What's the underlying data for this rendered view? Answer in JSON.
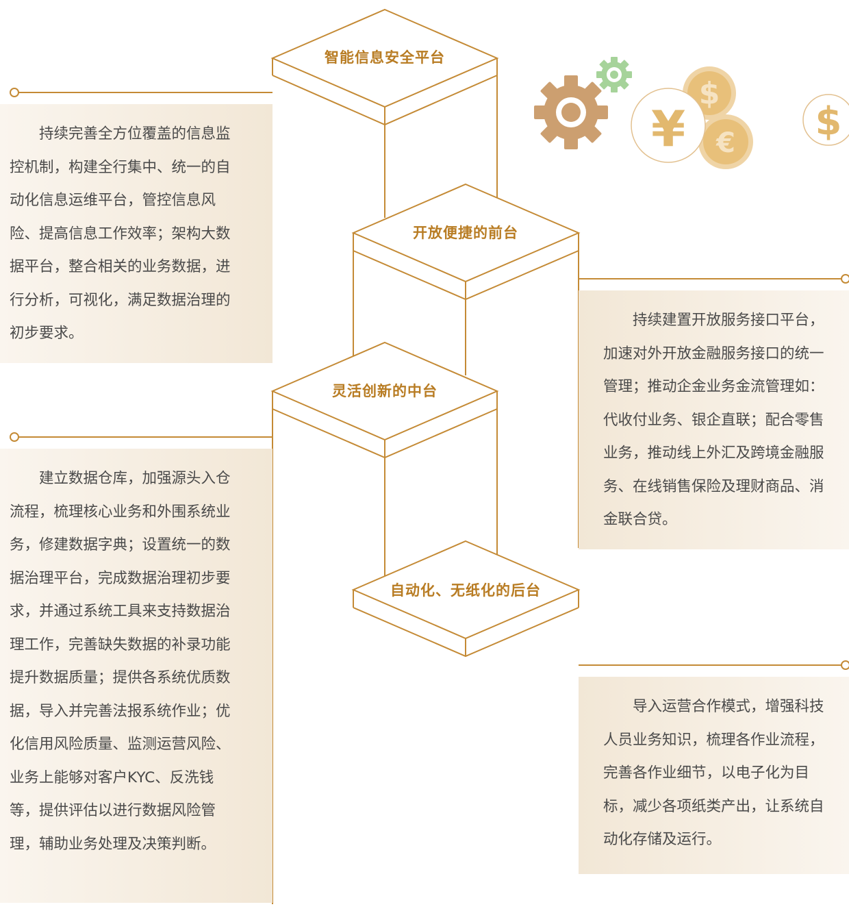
{
  "pillars": [
    {
      "title": "智能信息安全平台"
    },
    {
      "title": "开放便捷的前台"
    },
    {
      "title": "灵活创新的中台"
    },
    {
      "title": "自动化、无纸化的后台"
    }
  ],
  "descriptions": [
    {
      "text": "持续完善全方位覆盖的信息监控机制，构建全行集中、统一的自动化信息运维平台，管控信息风险、提高信息工作效率；架构大数据平台，整合相关的业务数据，进行分析，可视化，满足数据治理的初步要求。"
    },
    {
      "text": "持续建置开放服务接口平台，加速对外开放金融服务接口的统一管理；推动企金业务金流管理如：代收付业务、银企直联；配合零售业务，推动线上外汇及跨境金融服务、在线销售保险及理财商品、消金联合贷。"
    },
    {
      "text": "建立数据仓库，加强源头入仓流程，梳理核心业务和外围系统业务，修建数据字典；设置统一的数据治理平台，完成数据治理初步要求，并通过系统工具来支持数据治理工作，完善缺失数据的补录功能提升数据质量；提供各系统优质数据，导入并完善法报系统作业；优化信用风险质量、监测运营风险、业务上能够对客户KYC、反洗钱等，提供评估以进行数据风险管理，辅助业务处理及决策判断。"
    },
    {
      "text": "导入运营合作模式，增强科技人员业务知识，梳理各作业流程， 完善各作业细节，以电子化为目标，减少各项纸类产出，让系统自动化存储及运行。"
    }
  ],
  "icons": {
    "yen": "¥",
    "dollar": "$",
    "euro": "€"
  },
  "colors": {
    "accent": "#b87c23",
    "line": "#c48a35",
    "text": "#4a4a4a",
    "gear_tan": "#cc9f70",
    "gear_green": "#a6d39a",
    "coin_gold": "#e8c07a"
  }
}
